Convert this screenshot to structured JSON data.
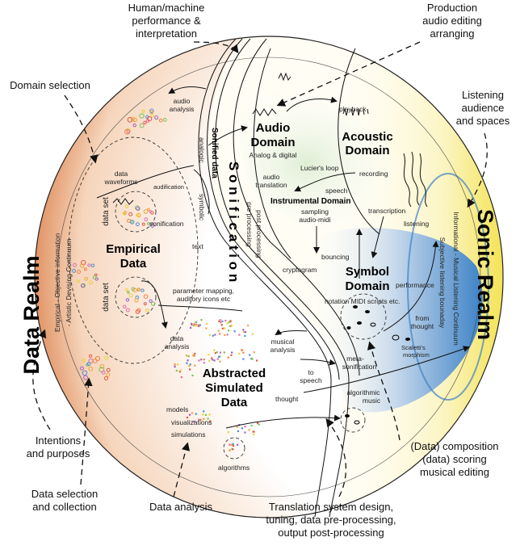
{
  "realms": {
    "data": "Data Realm",
    "sonic": "Sonic Realm"
  },
  "continua": {
    "left_line1": "Empirical - Objective information",
    "left_line2": "- Artistic Devising Continuum",
    "right_line1": "Informational - Musical Listening Continuum",
    "right_line2": "Subjective listening bounaday"
  },
  "domains": {
    "audio": [
      "Audio",
      "Domain"
    ],
    "audio_sub": "Analog & digital",
    "acoustic": [
      "Acoustic",
      "Domain"
    ],
    "symbol": [
      "Symbol",
      "Domain"
    ],
    "empirical": [
      "Empirical",
      "Data"
    ],
    "abstracted": [
      "Abstracted",
      "Simulated",
      "Data"
    ]
  },
  "band": {
    "sonification": "S o n i f i c a t i o n",
    "sonified_data": "Sonified data",
    "instrumental": "Instrumental Domain",
    "analogic": "analogic",
    "symbolic": "symbolic",
    "post": "post processing",
    "pre": "pre processing"
  },
  "labels": {
    "audio_analysis": [
      "audio",
      "analysis"
    ],
    "data_waveforms": [
      "data",
      "waveforms"
    ],
    "audification": "audification",
    "sonification": "sonification",
    "data_set_1": "data set",
    "data_set_2": "data set",
    "text": "text",
    "playback": "playback",
    "luciers_loop": "Lucier's loop",
    "audio_translation": [
      "audio",
      "translation"
    ],
    "recording": "recording",
    "speech": "speech",
    "sampling": [
      "sampling",
      "audio-midi"
    ],
    "transcription": "transcription",
    "listening": "listening",
    "bouncing": "bouncing",
    "cryptogram": "cryptogram",
    "notation": "notation MIDI scripts etc.",
    "performance": "performance",
    "from_thought": [
      "from",
      "thought"
    ],
    "scaletti": [
      "Scaletti's",
      "morphism"
    ],
    "parameter_mapping": [
      "parameter mapping,",
      "auditory icons etc"
    ],
    "data_analysis": [
      "data",
      "analysis"
    ],
    "musical_analysis": [
      "musical",
      "analysis"
    ],
    "meta_sonification": [
      "meta-",
      "sonification"
    ],
    "to_speech": [
      "to",
      "speech"
    ],
    "thought": "thought",
    "algorithmic_music": [
      "algorithmic",
      "music"
    ],
    "models": "models",
    "visualizations": "visualizations",
    "simulations": "simulations",
    "algorithms": "algorithms"
  },
  "external": {
    "human_machine": [
      "Human/machine",
      "performance &",
      "interpretation"
    ],
    "production": [
      "Production",
      "audio editing",
      "arranging"
    ],
    "domain_selection": "Domain selection",
    "listening_audience": [
      "Listening",
      "audience",
      "and spaces"
    ],
    "intentions": [
      "Intentions",
      "and purposes"
    ],
    "data_selection": [
      "Data selection",
      "and collection"
    ],
    "data_analysis": "Data analysis",
    "translation": [
      "Translation system design,",
      "tuning, data pre-processing,",
      "output post-processing"
    ],
    "composition": [
      "(Data) composition",
      "(data) scoring",
      "musical editing"
    ]
  },
  "colors": {
    "orange": "#e8a070",
    "yellow": "#f2e04a",
    "blue": "#3d82c6",
    "green": "#e4efdc"
  }
}
